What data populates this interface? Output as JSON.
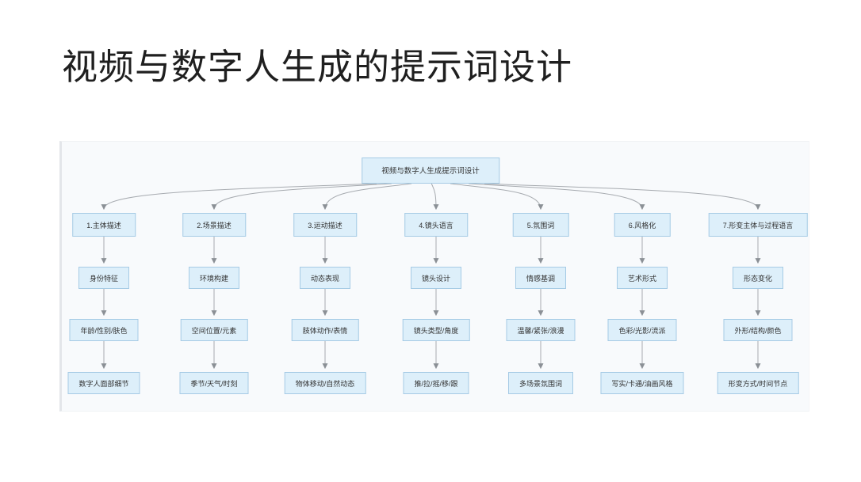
{
  "title": "视频与数字人生成的提示词设计",
  "diagram": {
    "root": "视频与数字人生成提示词设计",
    "columns": [
      {
        "header": "1.主体描述",
        "levels": [
          "身份特征",
          "年龄/性别/肤色",
          "数字人面部细节"
        ]
      },
      {
        "header": "2.场景描述",
        "levels": [
          "环境构建",
          "空间位置/元素",
          "季节/天气/时刻"
        ]
      },
      {
        "header": "3.运动描述",
        "levels": [
          "动态表现",
          "肢体动作/表情",
          "物体移动/自然动态"
        ]
      },
      {
        "header": "4.镜头语言",
        "levels": [
          "镜头设计",
          "镜头类型/角度",
          "推/拉/摇/移/跟"
        ]
      },
      {
        "header": "5.氛围词",
        "levels": [
          "情感基调",
          "温馨/紧张/浪漫",
          "多场景氛围词"
        ]
      },
      {
        "header": "6.风格化",
        "levels": [
          "艺术形式",
          "色彩/光影/流派",
          "写实/卡通/油画风格"
        ]
      },
      {
        "header": "7.形变主体与过程语言",
        "levels": [
          "形态变化",
          "外形/结构/颜色",
          "形变方式/时间节点"
        ]
      }
    ],
    "colors": {
      "node_fill": "#ddeffa",
      "node_border": "#a6cbe5",
      "edge": "#a7abb0",
      "panel_bg": "#f8fafc",
      "title_text": "#1f1f1f",
      "node_text": "#333333"
    }
  }
}
